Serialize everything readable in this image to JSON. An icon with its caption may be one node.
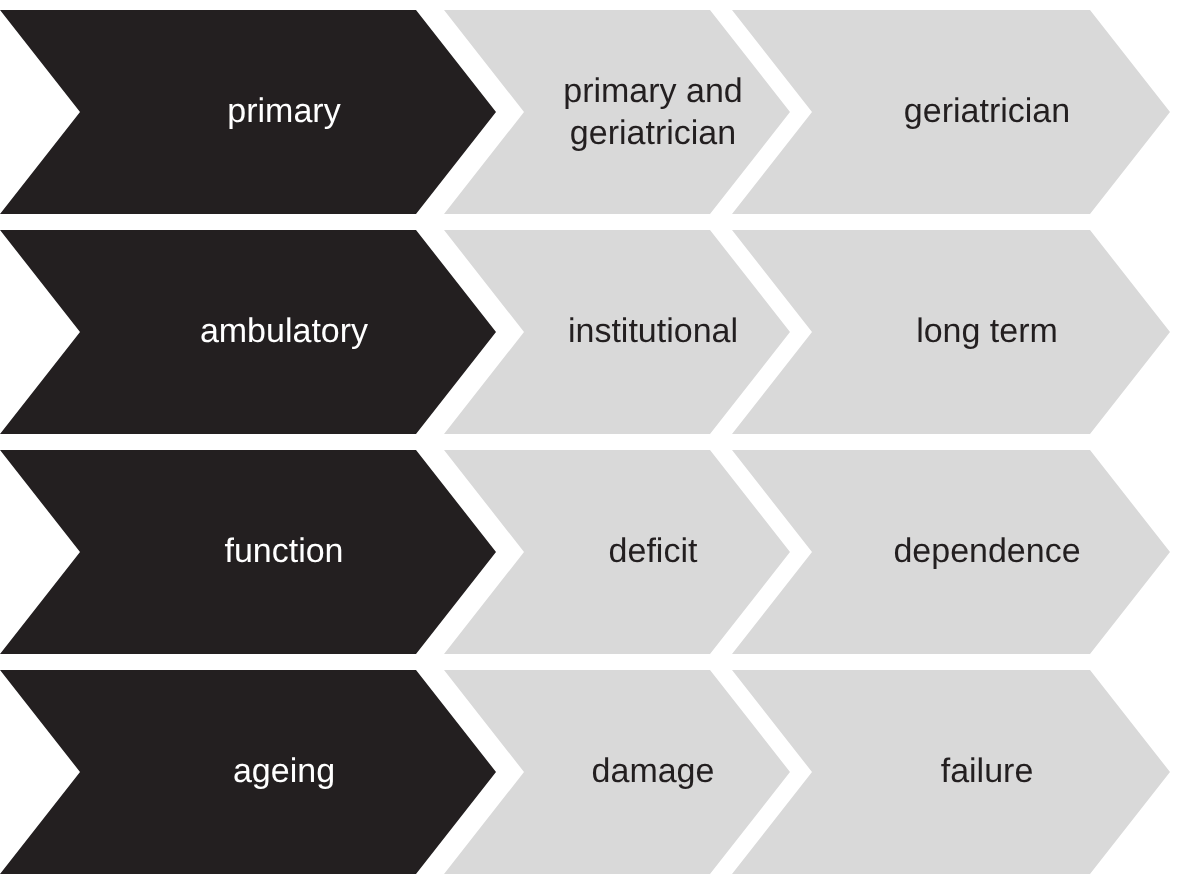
{
  "diagram": {
    "nodes": [
      {
        "text": [
          "primary"
        ]
      },
      {
        "text": [
          "primary and geriatrician"
        ]
      },
      {
        "text": [
          "geriatrician"
        ]
      },
      {
        "text": [
          "ambulatory"
        ]
      },
      {
        "text": [
          "institutional"
        ]
      },
      {
        "text": [
          "long term"
        ]
      },
      {
        "text": [
          "function"
        ]
      },
      {
        "text": [
          "deficit"
        ]
      },
      {
        "text": [
          "dependence"
        ]
      },
      {
        "text": [
          "ageing"
        ]
      },
      {
        "text": [
          "damage"
        ]
      },
      {
        "text": [
          "failure"
        ]
      }
    ]
  }
}
